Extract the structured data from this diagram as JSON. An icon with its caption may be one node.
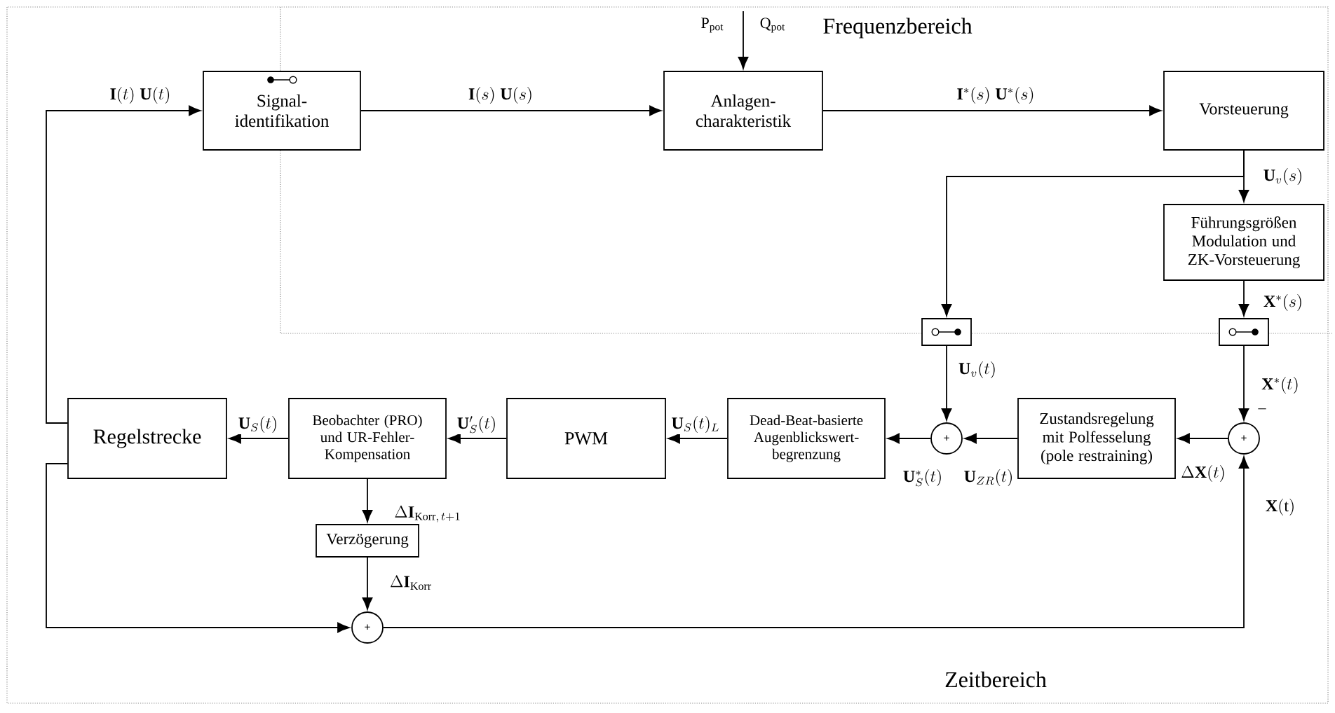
{
  "diagram": {
    "nodes": [
      {
        "text": [
          "Signal- identifikation"
        ]
      },
      {
        "text": [
          "Anlagen- charakteristik"
        ]
      },
      {
        "text": [
          "Vorsteuerung"
        ]
      },
      {
        "text": [
          "Führungsgrößen Modulation und ZK-Vorsteuerung"
        ]
      },
      {
        "text": [],
        "shape": "box"
      },
      {
        "text": [],
        "shape": "box"
      },
      {
        "text": [
          "Zustandsregelung mit Polfesselung (pole restraining)"
        ]
      },
      {
        "text": [
          "+"
        ]
      },
      {
        "text": [
          "+"
        ]
      },
      {
        "text": [
          "Dead-Beat-basierte Augenblickswert- begrenzung"
        ]
      },
      {
        "text": [
          "PWM"
        ]
      },
      {
        "text": [
          "Beobachter (PRO) und UR-Fehler- Kompensation"
        ]
      },
      {
        "text": [
          "Regelstrecke"
        ]
      },
      {
        "text": [
          "Verzögerung"
        ]
      },
      {
        "text": [
          "+"
        ]
      }
    ],
    "edges": [
      {
        "from": 12,
        "to": 0,
        "arrow": "to",
        "label": "\\mathbf{I}(t)\\;\\mathbf{U}(t)"
      },
      {
        "from": 0,
        "to": 1,
        "arrow": "to",
        "label": "\\mathbf{I}(s)\\;\\mathbf{U}(s)"
      },
      {
        "from": 1,
        "to": 2,
        "arrow": "to",
        "label": "\\mathbf{I}^{*}(s)\\;\\mathbf{U}^{*}(s)"
      },
      {
        "from": 2,
        "to": 3,
        "arrow": "to",
        "label": "\\mathbf{U}_{v}(s)"
      },
      {
        "from": 2,
        "to": 4,
        "arrow": "to"
      },
      {
        "from": 3,
        "to": 5,
        "arrow": "to",
        "label": "\\mathbf{X}^{*}(s)"
      },
      {
        "from": 4,
        "to": 8,
        "arrow": "to",
        "label": "\\mathbf{U}_{v}(t)"
      },
      {
        "from": 5,
        "to": 7,
        "arrow": "to",
        "label": "\\mathbf{X}^{*}(t)"
      },
      {
        "from": 7,
        "to": 6,
        "arrow": "to",
        "label": "\\Delta\\mathbf{X}(t)"
      },
      {
        "from": 6,
        "to": 8,
        "arrow": "to",
        "label": "\\mathbf{U}_{ZR}(t)"
      },
      {
        "from": 8,
        "to": 9,
        "arrow": "to",
        "label": "\\mathbf{U}_{S}^{*}(t)"
      },
      {
        "from": 9,
        "to": 10,
        "arrow": "to",
        "label": "\\mathbf{U}_{S}(t)_{L}"
      },
      {
        "from": 10,
        "to": 11,
        "arrow": "to",
        "label": "\\mathbf{U}_{S}'(t)"
      },
      {
        "from": 11,
        "to": 12,
        "arrow": "to",
        "label": "\\mathbf{U}_{S}(t)"
      },
      {
        "from": 11,
        "to": 13,
        "arrow": "to",
        "label": "\\Delta\\mathbf{I}_{\\mathrm{Korr},\\,t+1}"
      },
      {
        "from": 13,
        "to": 14,
        "arrow": "to",
        "label": "\\Delta\\mathbf{I}_{\\mathrm{Korr}}"
      },
      {
        "from": 12,
        "to": 14,
        "arrow": "to"
      },
      {
        "from": 14,
        "to": 7,
        "arrow": "to",
        "label": "\\mathbf{X}(\\mathrm{t})"
      },
      {
        "from": null,
        "to": 1,
        "arrow": "to"
      }
    ],
    "labels": [
      "Frequenzbereich",
      "P$_{pot}$",
      "Q$_{pot}$",
      "–",
      "Zeitbereich"
    ]
  }
}
